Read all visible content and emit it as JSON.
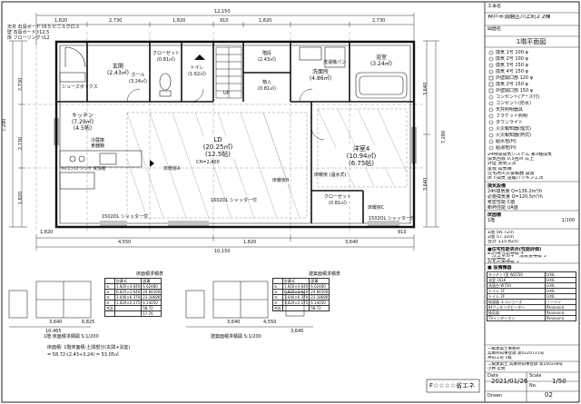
{
  "title_block": {
    "project_label": "工事名",
    "project_name": "神戸市須磨区川上町2 2棟",
    "drawing_label": "図面名",
    "drawing_name": "1階平面図",
    "scale_label": "Scale",
    "scale": "1/50",
    "date_label": "Date",
    "date": "2021/01/26",
    "no_label": "No.",
    "no": "02",
    "drawn_label": "Drawn",
    "office_line1": "一級建築士事務所",
    "office_line2": "兵庫県知事登録 第02Z0721号",
    "office_line3": "神山工房 1級",
    "architect_line": "二級建築士 兵庫県知事登録 第100238号",
    "architect_name": "小林 宏明"
  },
  "legend_items": [
    "換気 1号 100 φ",
    "換気 2号 100 φ",
    "換気 3号 150 φ",
    "換気 4号 150 φ",
    "外壁開口部 120 φ",
    "換気 2号 150 φ",
    "外壁開口部 150 φ",
    "コンセント(アース付)",
    "コンセント(防水)",
    "天井照明器具",
    "ブラケット照明",
    "ダウンライト",
    "火災報知器(煙式)",
    "火災報知器(熱式)",
    "給水栓(H)",
    "給湯栓(H)"
  ],
  "legend_notes": [
    "24時間換気システム 第3種換気",
    "換気回数 0.5回/h 以上",
    "外壁 通気工法",
    "屋根 換気棟",
    "住宅用火災警報器 設置",
    "床下換気 基礎パッキン工法"
  ],
  "window_info": {
    "heading": "換気設備",
    "rows": [
      "24h換気量 Q=136.2m³/h",
      "必要換気量 Q=120.5m³/h",
      "気密性能 C値",
      "断熱性能 UA値"
    ]
  },
  "room_area": {
    "heading": "床面積",
    "head_left": "1階",
    "head_right": "1/100",
    "rows": [
      "1階 58.72㎡",
      "2階 57.10㎡",
      "合計 115.82㎡"
    ]
  },
  "spec": {
    "heading": "■住宅性能表示(性能評価)",
    "rows": [
      "断熱等性能等級 4",
      "一次エネルギー消費量等級 5",
      "耐震等級 3",
      "劣化対策等級 3"
    ]
  },
  "fixtures": {
    "heading": "■ 設備機器",
    "rows": [
      [
        "キッチン I型 W2550",
        "LIXIL"
      ],
      [
        "浴室 1616",
        "LIXIL"
      ],
      [
        "洗面台 W750",
        "LIXIL"
      ],
      [
        "トイレ 1F",
        "LIXIL"
      ],
      [
        "トイレ 2F",
        "LIXIL"
      ],
      [
        "給湯器 エコジョーズ",
        "ノーリツ"
      ],
      [
        "IHクッキングヒーター",
        "Panasonic"
      ],
      [
        "換気扇",
        "Panasonic"
      ],
      [
        "TVインターホン",
        "Panasonic"
      ]
    ]
  },
  "dims": {
    "total_top": "12,150",
    "total_bottom": "10,150",
    "top_segments": [
      "1,820",
      "2,730",
      "1,820",
      "910",
      "1,820",
      "2,730"
    ],
    "bottom_segments": [
      "4,550",
      "1,820",
      "3,640"
    ],
    "left_total": "7,280",
    "left_segments": [
      "2,730",
      "2,730",
      "1,820"
    ],
    "right_total": "7,280",
    "right_segments": [
      "3,640",
      "3,640"
    ],
    "bottom_left": "1,820",
    "bottom_right": "910"
  },
  "rooms": [
    {
      "name": "玄関",
      "area": "(2.43㎡)"
    },
    {
      "name": "ホール",
      "area": "(3.24㎡)"
    },
    {
      "name": "クローゼット",
      "area": "(0.81㎡)"
    },
    {
      "name": "トイレ",
      "area": "(1.62㎡)"
    },
    {
      "name": "階段",
      "area": "(2.43㎡)"
    },
    {
      "name": "物入",
      "area": "(0.81㎡)"
    },
    {
      "name": "洗面所",
      "area": "(4.86㎡)"
    },
    {
      "name": "浴室",
      "area": "(3.24㎡)"
    },
    {
      "name": "キッチン",
      "area": "(7.29㎡)"
    },
    {
      "name": "LD",
      "area": "(20.25㎡)"
    },
    {
      "name": "洋室4",
      "area": "(10.94㎡)"
    },
    {
      "name": "クローゼット",
      "area": "(0.81㎡)"
    }
  ],
  "room_sub": {
    "kitchen_sub": "(4.5帖)",
    "ld_sub": "(12.5帖)",
    "yoshitsu_sub": "(6.75帖)"
  },
  "floor_labels": [
    "床暖房A",
    "床暖房B",
    "床暖房C"
  ],
  "plan_notes": {
    "top_left_1": "天井 石膏ボード t9.5 ビニルクロス",
    "top_left_2": "壁 石膏ボード t12.5",
    "top_left_3": "床 フローリング t12",
    "ch_ld": "CH=2,400",
    "shoe": "シューズボックス",
    "washer": "洗濯機パン",
    "stairs_up": "UP",
    "equip_1": "冷蔵庫",
    "equip_2": "食器棚",
    "kitchen_eq": "IHコンロ  シンク  食洗機",
    "window_1": "1502DL シャッター付",
    "window_2": "1602DL シャッター付",
    "window_3": "1502DL シャッター付",
    "floor_heat": "床暖房 (温水式)"
  },
  "area_table_1": {
    "title": "床面積求積表",
    "headers": [
      "",
      "計算式",
      "面積"
    ],
    "rows": [
      [
        "①",
        "1.820×3.640",
        "6.62480"
      ],
      [
        "②",
        "6.825×3.640",
        "24.84300"
      ],
      [
        "③",
        "3.640×6.370",
        "23.18680"
      ],
      [
        "④",
        "1.820×2.275",
        "4.14050"
      ],
      [
        "合計",
        "",
        "58.72"
      ],
      [
        "",
        "",
        "17.76"
      ]
    ]
  },
  "area_table_2": {
    "title": "建築面積求積表",
    "headers": [
      "",
      "計算式",
      "面積"
    ],
    "rows": [
      [
        "①",
        "1.820×3.640",
        "6.62480"
      ],
      [
        "②",
        "6.825×3.640",
        "24.84300"
      ],
      [
        "③",
        "3.640×6.370",
        "23.18680"
      ],
      [
        "④",
        "1.820×2.275",
        "4.14050"
      ],
      [
        "合計",
        "",
        "58.72"
      ]
    ]
  },
  "keyplan_caption_1": "1階 床面積求積図 S:1/200",
  "keyplan_caption_2": "建築面積求積図 S:1/200",
  "keyplan_dims": [
    "3,640",
    "6,825",
    "10,465",
    "3,640",
    "4,550",
    "3,640"
  ],
  "calc_lines": [
    "床面積:  1階床面積-土間部分(玄関+浴室)",
    "       = 58.72-(2.43+3.24) = 53.05㎡"
  ],
  "stamp": "F☆☆☆☆省エネ"
}
